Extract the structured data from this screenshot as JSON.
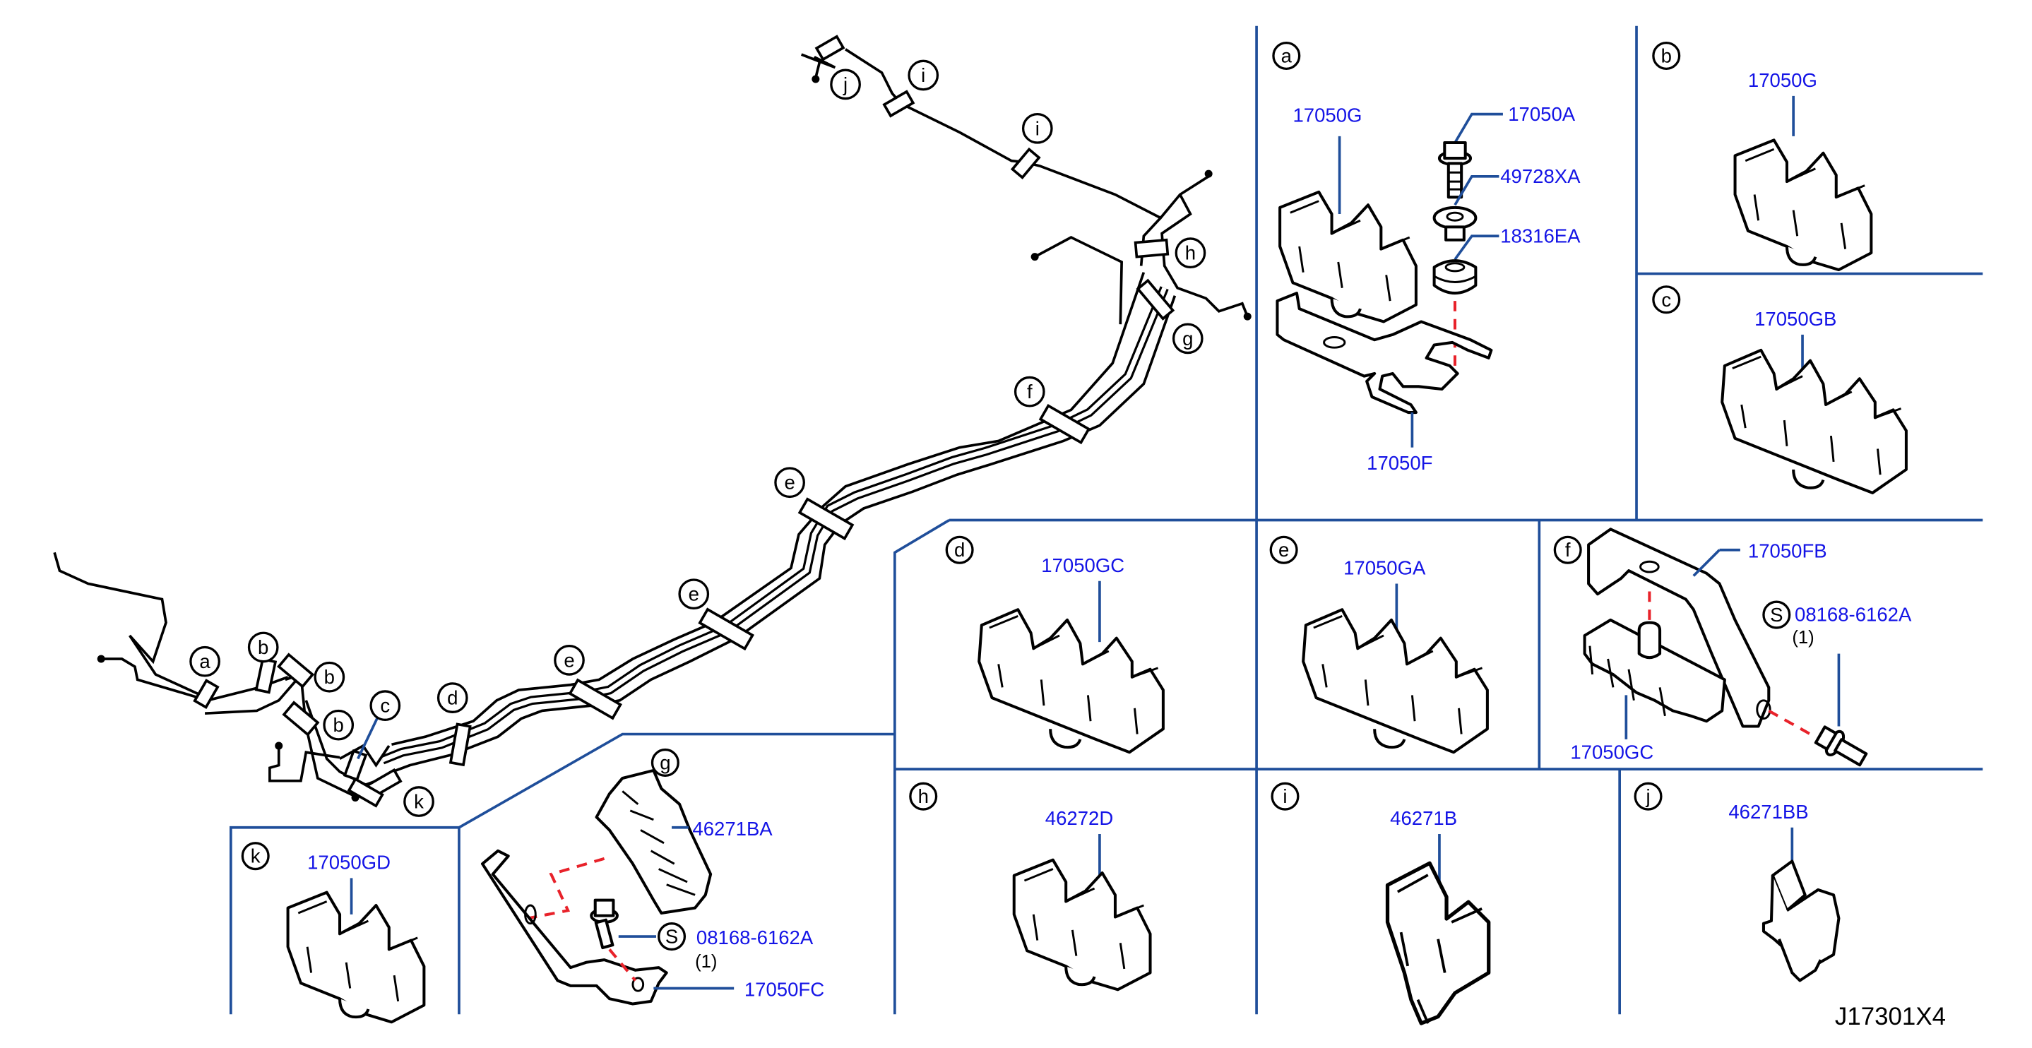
{
  "diagram_id": "J17301X4",
  "colors": {
    "part_number": "#1414e6",
    "frame": "#1f4e9a",
    "alignment_dash": "#e8222a",
    "line": "#000000"
  },
  "overview": {
    "callouts": [
      "a",
      "b",
      "b",
      "b",
      "c",
      "d",
      "e",
      "e",
      "e",
      "f",
      "g",
      "h",
      "i",
      "i",
      "j",
      "k"
    ]
  },
  "panels": {
    "a": {
      "id": "a",
      "parts": [
        "17050G",
        "17050A",
        "49728XA",
        "18316EA",
        "17050F"
      ]
    },
    "b": {
      "id": "b",
      "parts": [
        "17050G"
      ]
    },
    "c": {
      "id": "c",
      "parts": [
        "17050GB"
      ]
    },
    "d": {
      "id": "d",
      "parts": [
        "17050GC"
      ]
    },
    "e": {
      "id": "e",
      "parts": [
        "17050GA"
      ]
    },
    "f": {
      "id": "f",
      "parts": [
        "17050FB",
        "08168-6162A",
        "17050GC"
      ],
      "standard_mark": "S",
      "qty": "(1)"
    },
    "g": {
      "id": "g",
      "parts": [
        "46271BA",
        "08168-6162A",
        "17050FC"
      ],
      "standard_mark": "S",
      "qty": "(1)"
    },
    "h": {
      "id": "h",
      "parts": [
        "46272D"
      ]
    },
    "i": {
      "id": "i",
      "parts": [
        "46271B"
      ]
    },
    "j": {
      "id": "j",
      "parts": [
        "46271BB"
      ]
    },
    "k": {
      "id": "k",
      "parts": [
        "17050GD"
      ]
    }
  }
}
